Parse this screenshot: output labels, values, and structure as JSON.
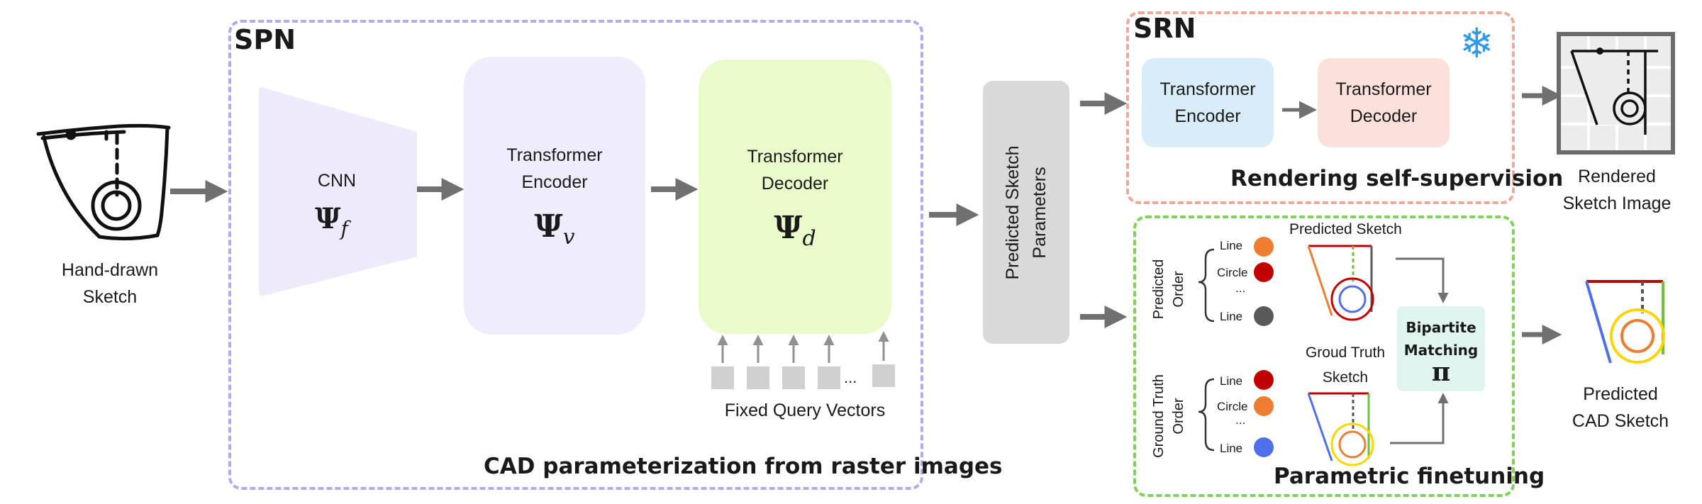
{
  "input": {
    "label": "Hand-drawn\nSketch"
  },
  "spn": {
    "title": "SPN",
    "caption": "CAD parameterization from raster images",
    "cnn": {
      "label": "CNN",
      "symbol": "Ψ",
      "sub": "f"
    },
    "encoder": {
      "label": "Transformer\nEncoder",
      "symbol": "Ψ",
      "sub": "v"
    },
    "decoder": {
      "label": "Transformer\nDecoder",
      "symbol": "Ψ",
      "sub": "d"
    },
    "queries": {
      "label": "Fixed Query Vectors",
      "ellipsis": "..."
    }
  },
  "predicted_params": {
    "label": "Predicted Sketch\nParameters"
  },
  "srn": {
    "title": "SRN",
    "caption": "Rendering self-supervision",
    "encoder": "Transformer\nEncoder",
    "decoder": "Transformer\nDecoder",
    "frozen_icon": "snowflake-icon"
  },
  "rendered_output": {
    "label": "Rendered\nSketch Image"
  },
  "finetune": {
    "caption": "Parametric finetuning",
    "predicted_order_label": "Predicted\nOrder",
    "gt_order_label": "Ground Truth\nOrder",
    "predicted_sketch_label": "Predicted Sketch",
    "gt_sketch_label": "Groud Truth\nSketch",
    "predicted_items": [
      {
        "label": "Line",
        "color": "#ED7D31"
      },
      {
        "label": "Circle",
        "color": "#C00000"
      },
      {
        "label": "...",
        "color": ""
      },
      {
        "label": "Line",
        "color": "#595959"
      }
    ],
    "gt_items": [
      {
        "label": "Line",
        "color": "#C00000"
      },
      {
        "label": "Circle",
        "color": "#ED7D31"
      },
      {
        "label": "...",
        "color": ""
      },
      {
        "label": "Line",
        "color": "#4F6FE8"
      }
    ],
    "matching": {
      "label": "Bipartite\nMatching",
      "symbol": "π"
    }
  },
  "final_output": {
    "label": "Predicted\nCAD Sketch"
  },
  "colors": {
    "spn_border": "#B4A8F0",
    "srn_border": "#F4A69A",
    "finetune_border": "#82D15A",
    "cnn_fill": "#EEEAFB",
    "encoder_fill": "#EFECFB",
    "decoder_fill": "#EAFBCB",
    "params_fill": "#D9D9D9",
    "srn_encoder_fill": "#D9ECFA",
    "srn_decoder_fill": "#FBE1DA",
    "matching_fill": "#E0F5F0",
    "arrow": "#707070"
  }
}
